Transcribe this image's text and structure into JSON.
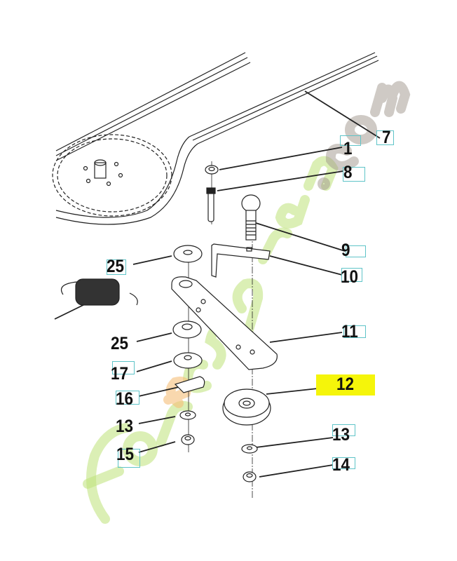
{
  "diagram": {
    "watermark": "forestgrdn.com",
    "highlight_color": "#f5f50a",
    "box_color": "#5fc4c8",
    "labels": {
      "p7": "7",
      "p1": "1",
      "p8": "8",
      "p9": "9",
      "p10": "10",
      "p25a": "25",
      "p25b": "25",
      "p11": "11",
      "p17": "17",
      "p12": "12",
      "p16": "16",
      "p13a": "13",
      "p15": "15",
      "p13b": "13",
      "p14": "14"
    }
  }
}
